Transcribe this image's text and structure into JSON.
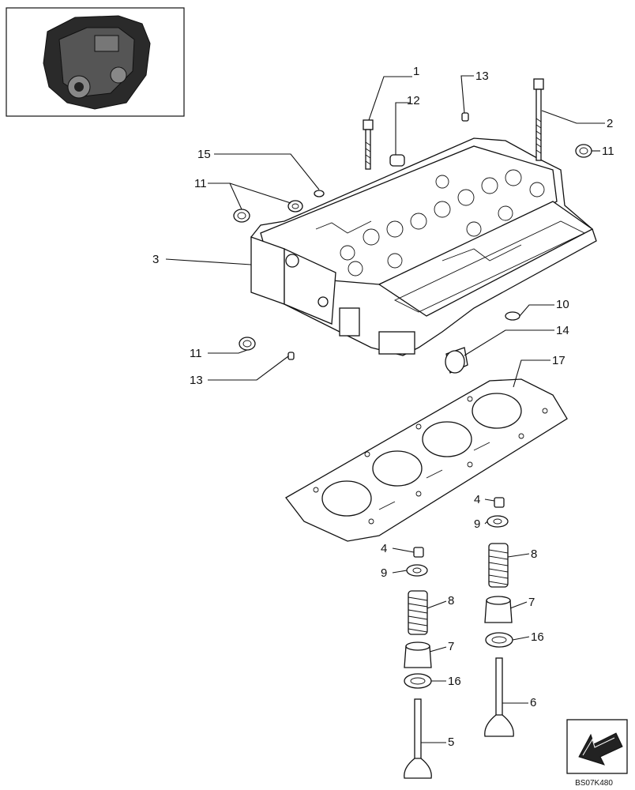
{
  "drawing_code": "BS07K480",
  "callouts": [
    {
      "id": "c1",
      "text": "1"
    },
    {
      "id": "c2",
      "text": "2"
    },
    {
      "id": "c3",
      "text": "3"
    },
    {
      "id": "c4a",
      "text": "4"
    },
    {
      "id": "c4b",
      "text": "4"
    },
    {
      "id": "c5",
      "text": "5"
    },
    {
      "id": "c6",
      "text": "6"
    },
    {
      "id": "c7a",
      "text": "7"
    },
    {
      "id": "c7b",
      "text": "7"
    },
    {
      "id": "c8a",
      "text": "8"
    },
    {
      "id": "c8b",
      "text": "8"
    },
    {
      "id": "c9a",
      "text": "9"
    },
    {
      "id": "c9b",
      "text": "9"
    },
    {
      "id": "c10",
      "text": "10"
    },
    {
      "id": "c11a",
      "text": "11"
    },
    {
      "id": "c11b",
      "text": "11"
    },
    {
      "id": "c11c",
      "text": "11"
    },
    {
      "id": "c12",
      "text": "12"
    },
    {
      "id": "c13a",
      "text": "13"
    },
    {
      "id": "c13b",
      "text": "13"
    },
    {
      "id": "c14",
      "text": "14"
    },
    {
      "id": "c15",
      "text": "15"
    },
    {
      "id": "c16a",
      "text": "16"
    },
    {
      "id": "c16b",
      "text": "16"
    },
    {
      "id": "c17",
      "text": "17"
    }
  ]
}
